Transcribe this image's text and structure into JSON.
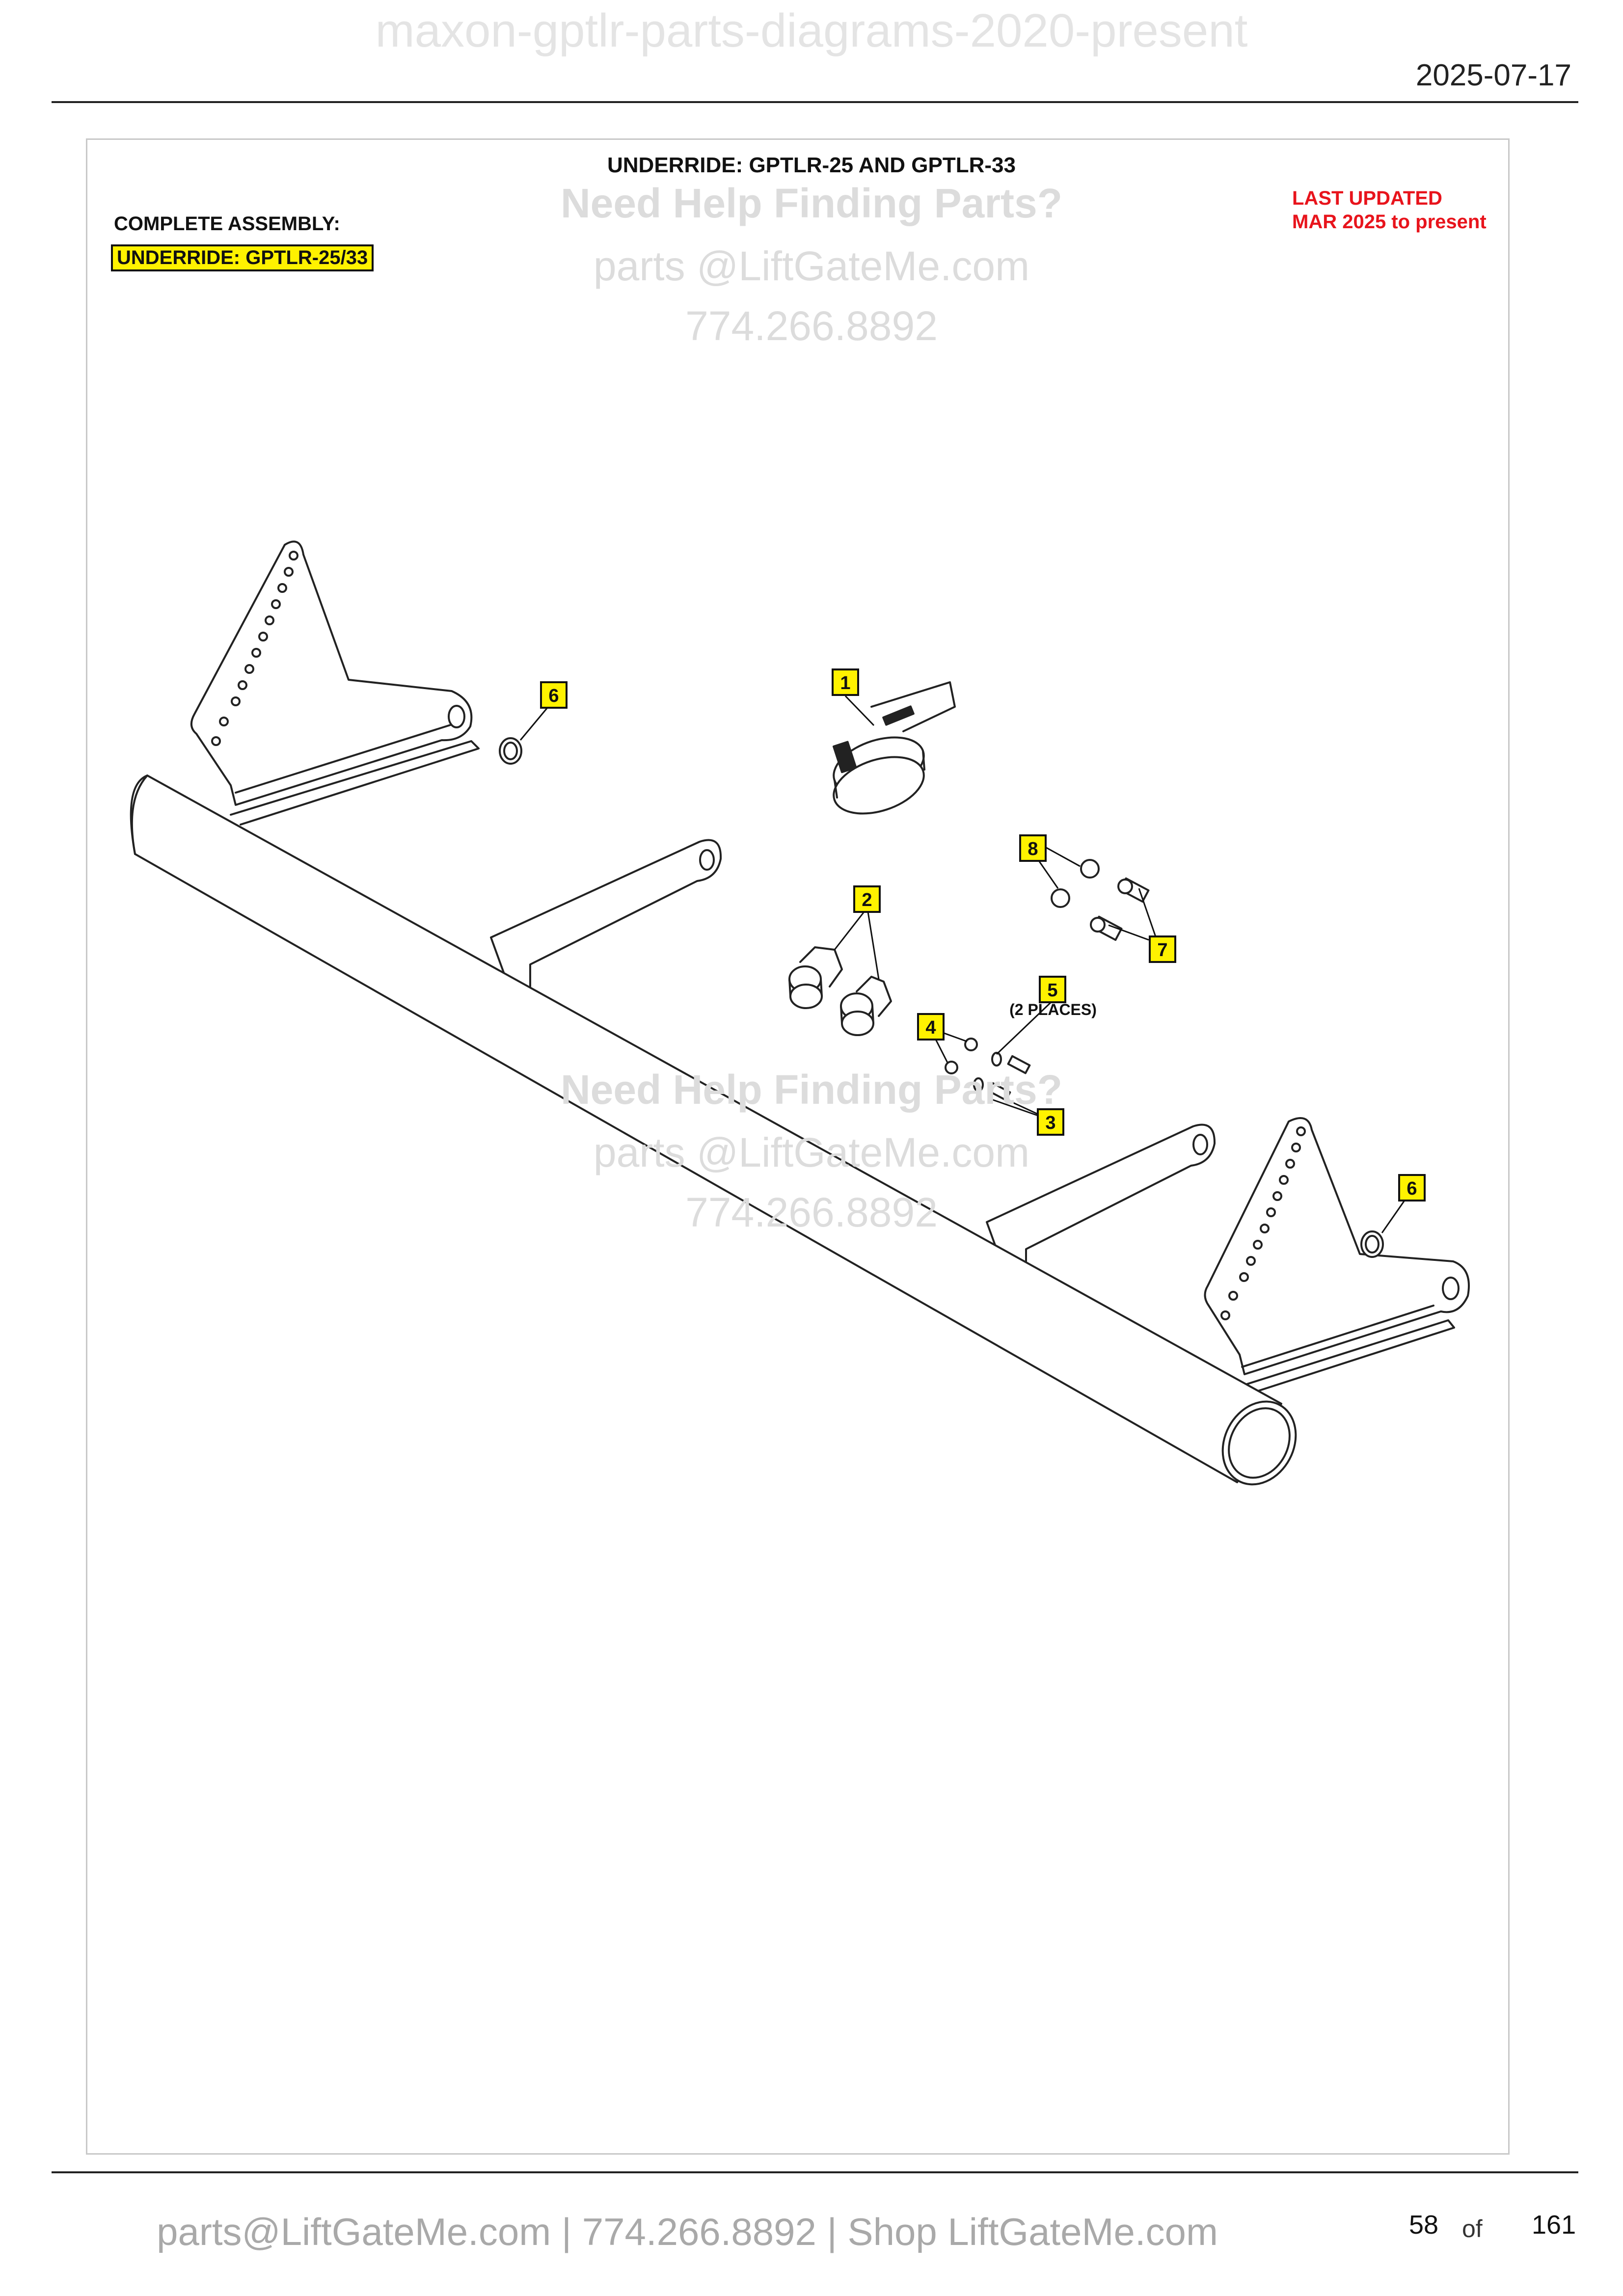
{
  "document": {
    "title": "maxon-gptlr-parts-diagrams-2020-present",
    "date": "2025-07-17"
  },
  "diagram": {
    "title": "UNDERRIDE: GPTLR-25 AND GPTLR-33",
    "assembly_label": "COMPLETE ASSEMBLY:",
    "assembly_name": "UNDERRIDE: GPTLR-25/33",
    "update_line1": "LAST UPDATED",
    "update_line2": "MAR 2025 to present",
    "callouts": {
      "c1": "1",
      "c2": "2",
      "c3": "3",
      "c4": "4",
      "c5": "5",
      "c6a": "6",
      "c6b": "6",
      "c7": "7",
      "c8": "8"
    },
    "places_note": "(2 PLACES)"
  },
  "watermark": {
    "line1": "Need Help Finding Parts?",
    "line2": "parts @LiftGateMe.com",
    "line3": "774.266.8892"
  },
  "footer": {
    "contact": "parts@LiftGateMe.com | 774.266.8892 | Shop LiftGateMe.com",
    "page": "58",
    "of": "of",
    "total": "161"
  }
}
